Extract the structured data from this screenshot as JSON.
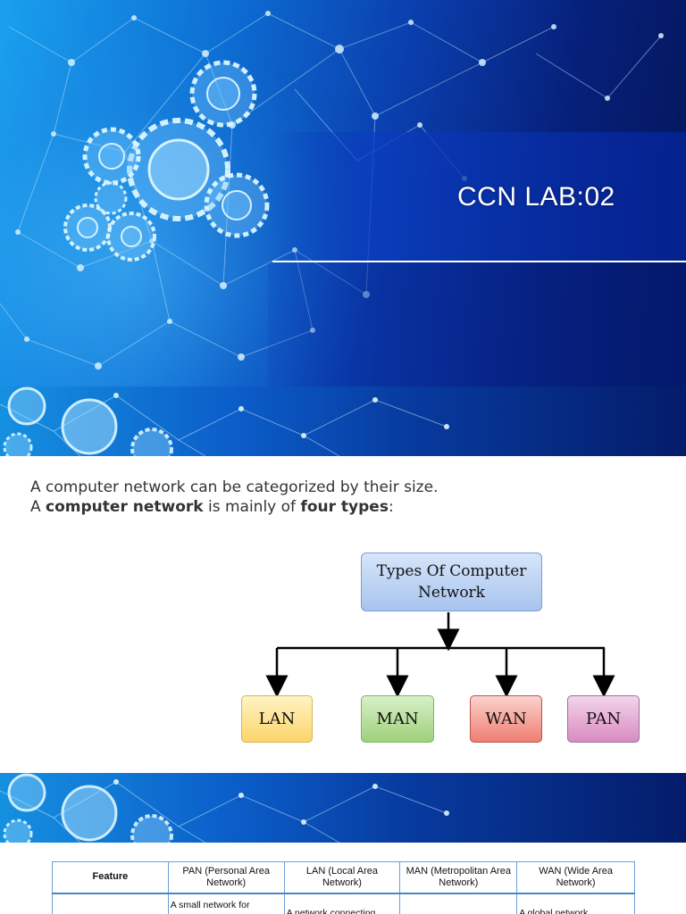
{
  "slide1": {
    "title": "CCN LAB:02"
  },
  "slide2": {
    "intro_line1": "A computer network can be categorized by their size.",
    "intro_line2_prefix": "A ",
    "intro_line2_bold1": "computer network",
    "intro_line2_middle": " is mainly of ",
    "intro_line2_bold2": "four types",
    "intro_line2_suffix": ":",
    "diagram": {
      "root": "Types Of Computer Network",
      "children": [
        "LAN",
        "MAN",
        "WAN",
        "PAN"
      ]
    }
  },
  "slide3": {
    "table": {
      "headers": [
        "Feature",
        "PAN (Personal Area Network)",
        "LAN (Local Area Network)",
        "MAN (Metropolitan Area Network)",
        "WAN (Wide Area Network)"
      ],
      "row1": [
        "",
        "A small network for",
        "A network connecting",
        "",
        "A global network"
      ]
    }
  },
  "colors": {
    "lan": "#fbd56b",
    "man": "#9fd07c",
    "wan": "#ef7e72",
    "pan": "#d98bc0",
    "root": "#a8c4ee"
  }
}
